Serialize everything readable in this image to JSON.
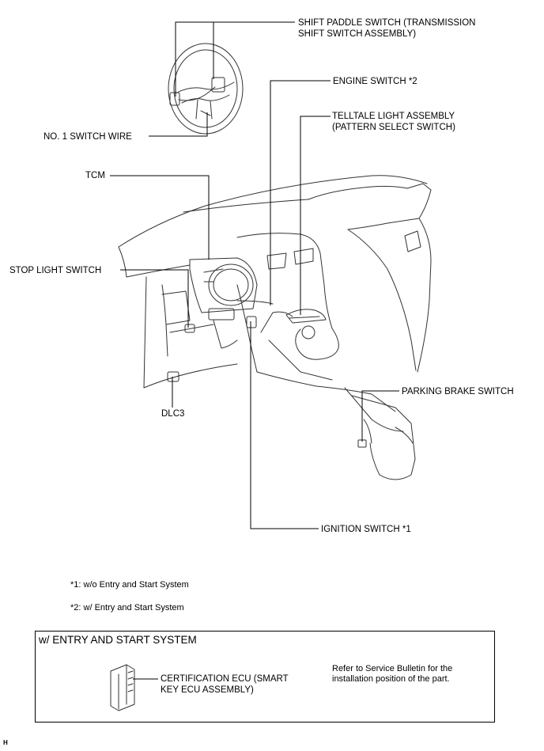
{
  "labels": {
    "shift_paddle": "SHIFT PADDLE SWITCH (TRANSMISSION\nSHIFT SWITCH ASSEMBLY)",
    "engine_switch": "ENGINE SWITCH *2",
    "telltale": "TELLTALE LIGHT ASSEMBLY\n(PATTERN SELECT SWITCH)",
    "no1_switch_wire": "NO. 1 SWITCH WIRE",
    "tcm": "TCM",
    "stop_light": "STOP LIGHT SWITCH",
    "parking_brake": "PARKING BRAKE SWITCH",
    "dlc3": "DLC3",
    "ignition_switch": "IGNITION SWITCH *1"
  },
  "notes": {
    "note1": "*1: w/o Entry and Start System",
    "note2": "*2: w/ Entry and Start System"
  },
  "entry_box": {
    "title": "w/ ENTRY AND START SYSTEM",
    "certification": "CERTIFICATION ECU (SMART\nKEY ECU ASSEMBLY)",
    "reference": "Refer to Service Bulletin for the\ninstallation position of the part."
  },
  "corner_mark": "H"
}
